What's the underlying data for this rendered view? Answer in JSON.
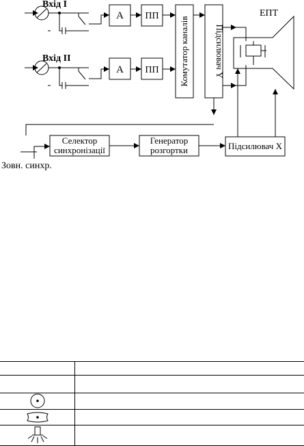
{
  "diagram": {
    "input_1": "Вхід І",
    "input_2": "Вхід ІІ",
    "amplifier_1": "А",
    "amplifier_2": "А",
    "preamp_1": "ПП",
    "preamp_2": "ПП",
    "channel_switch": "Комутатор каналів",
    "amplifier_y": "Підсилювач Y",
    "crt": "ЕПТ",
    "sync_selector": [
      "Селектор",
      "синхронізації"
    ],
    "sweep_generator": [
      "Генератор",
      "розгортки"
    ],
    "amplifier_x": "Підсилювач Х",
    "external_sync": "Зовн. синхр."
  },
  "legend_table": {
    "rows": [
      {
        "symbol": "blank",
        "text": ""
      },
      {
        "symbol": "circle-dot-icon",
        "text": ""
      },
      {
        "symbol": "flat-knob-icon",
        "text": ""
      },
      {
        "symbol": "lamp-icon",
        "text": ""
      }
    ]
  }
}
